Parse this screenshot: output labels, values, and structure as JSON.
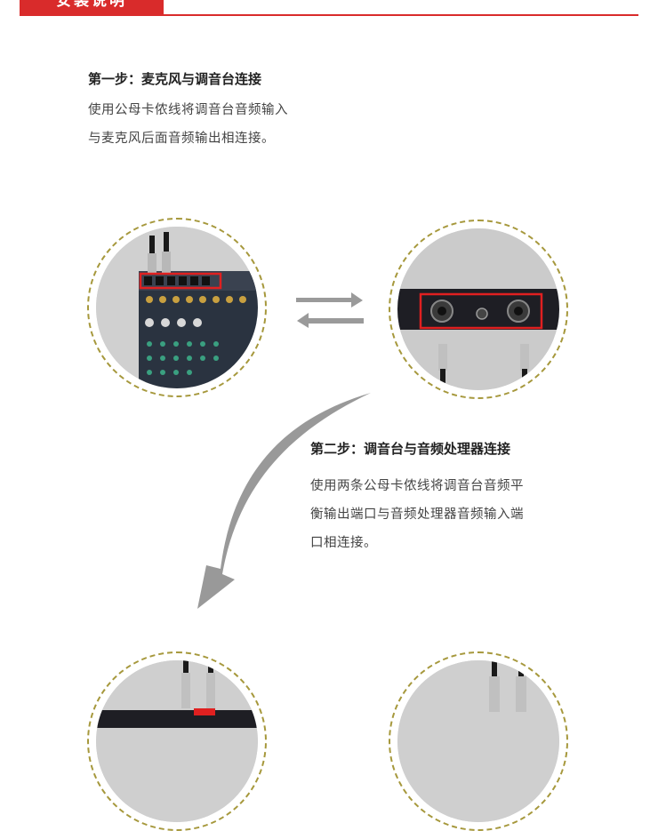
{
  "header": {
    "title": "安装说明"
  },
  "step1": {
    "title": "第一步：麦克风与调音台连接",
    "lines": [
      "使用公母卡侬线将调音台音频输入",
      "与麦克风后面音频输出相连接。"
    ]
  },
  "step2": {
    "title": "第二步：调音台与音频处理器连接",
    "lines": [
      "使用两条公母卡侬线将调音台音频平",
      "衡输出端口与音频处理器音频输入端",
      "口相连接。"
    ]
  },
  "colors": {
    "accent": "#d92b2b",
    "circle_border": "#a6983c",
    "arrow": "#999999"
  }
}
